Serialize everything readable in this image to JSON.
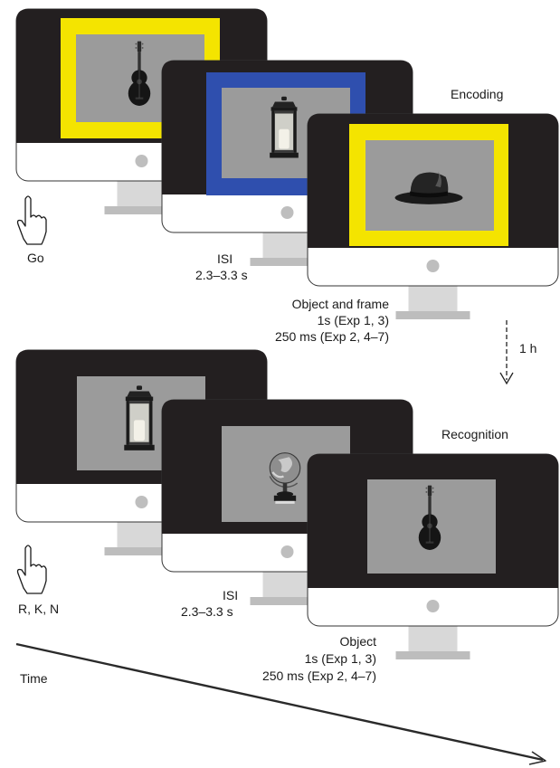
{
  "colors": {
    "screen_dark": "#231f20",
    "bezel": "#ffffff",
    "outline": "#333333",
    "stand": "#d8d8d8",
    "base": "#bdbdbd",
    "button": "#bebebe",
    "stimulus_gray": "#9b9b9b",
    "frame_yellow": "#f4e400",
    "frame_blue": "#2f4fae"
  },
  "encoding": {
    "title": "Encoding",
    "response": "Go",
    "isi_label": "ISI",
    "isi_value": "2.3–3.3 s",
    "stim_line1": "Object and frame",
    "stim_line2": "1s (Exp 1, 3)",
    "stim_line3": "250 ms (Exp 2, 4–7)",
    "screens": [
      {
        "object": "guitar-icon",
        "frame": "yellow"
      },
      {
        "object": "lantern-icon",
        "frame": "blue"
      },
      {
        "object": "hat-icon",
        "frame": "yellow"
      }
    ]
  },
  "delay": {
    "label": "1 h"
  },
  "recognition": {
    "title": "Recognition",
    "response": "R, K, N",
    "isi_label": "ISI",
    "isi_value": "2.3–3.3 s",
    "stim_line1": "Object",
    "stim_line2": "1s (Exp 1, 3)",
    "stim_line3": "250 ms (Exp 2, 4–7)",
    "screens": [
      {
        "object": "lantern-icon",
        "frame": "none"
      },
      {
        "object": "globe-icon",
        "frame": "none"
      },
      {
        "object": "guitar-icon",
        "frame": "none"
      }
    ]
  },
  "time": {
    "label": "Time"
  }
}
